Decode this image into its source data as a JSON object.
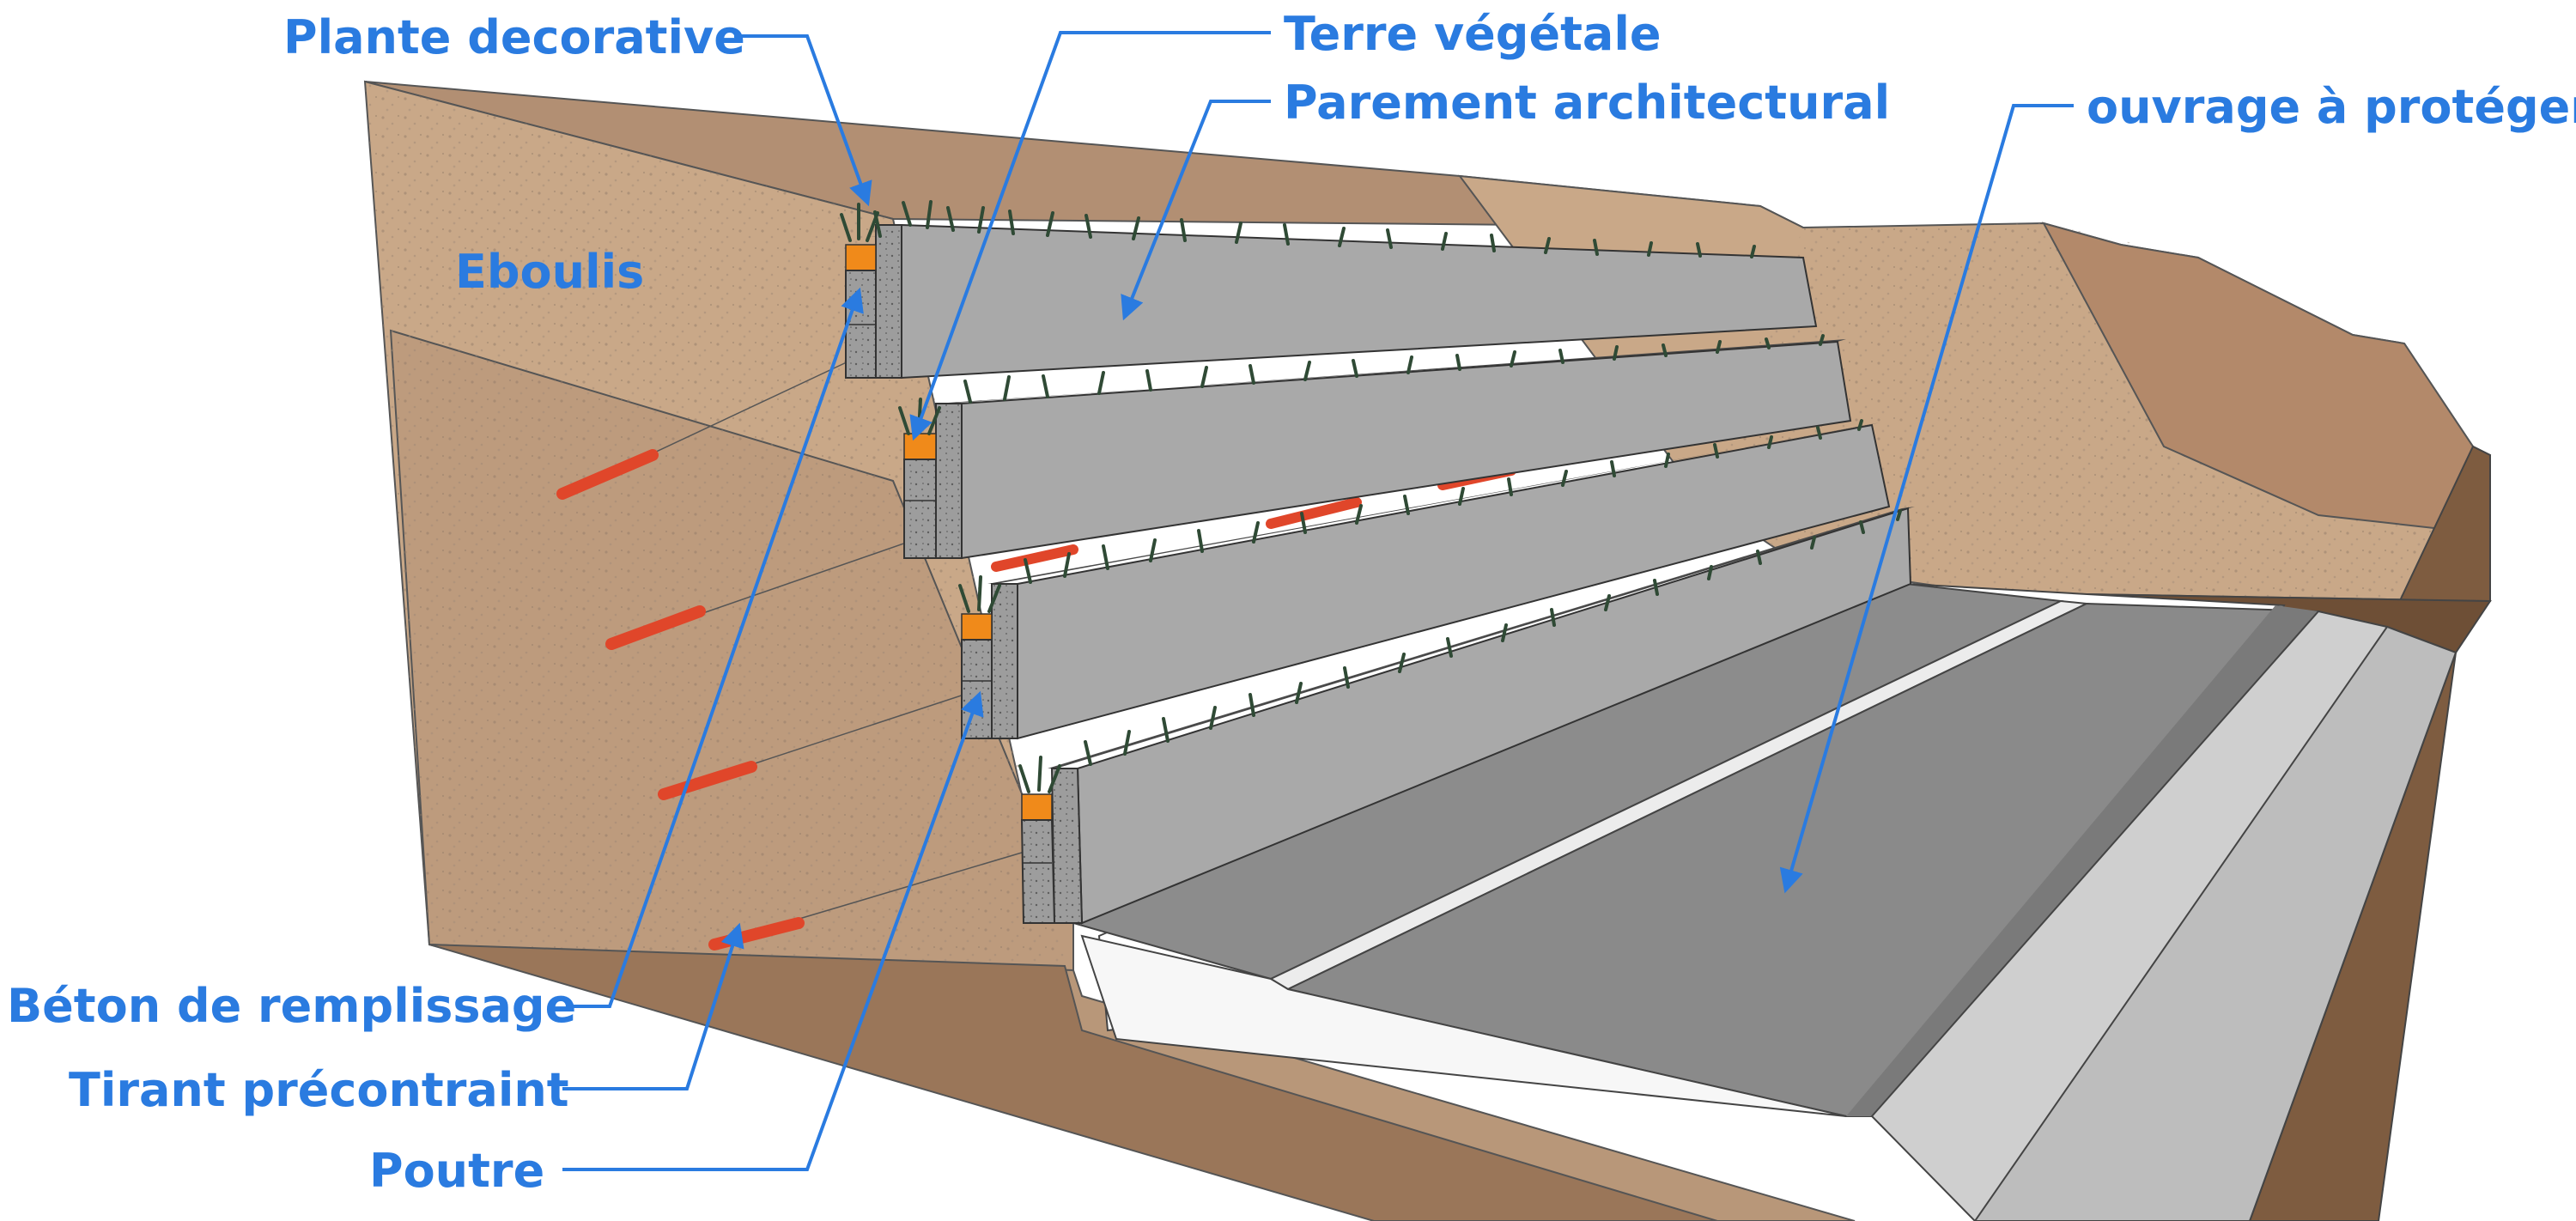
{
  "labels": {
    "plante": "Plante decorative",
    "terre": "Terre végétale",
    "parement": "Parement architectural",
    "ouvrage": "ouvrage à protéger",
    "eboulis": "Eboulis",
    "beton": "Béton de remplissage",
    "tirant": "Tirant précontraint",
    "poutre": "Poutre"
  },
  "colors": {
    "label": "#2a7be0",
    "soil": "#c8a283",
    "soil_dark": "#7a5a3e",
    "wall": "#a7a7a7",
    "plant": "#2f4a35",
    "terre_vegetale": "#f08a1a",
    "anchor": "#e0462a",
    "road": "#8a8a8a"
  },
  "icons": [
    "plant-icon",
    "anchor-icon"
  ]
}
